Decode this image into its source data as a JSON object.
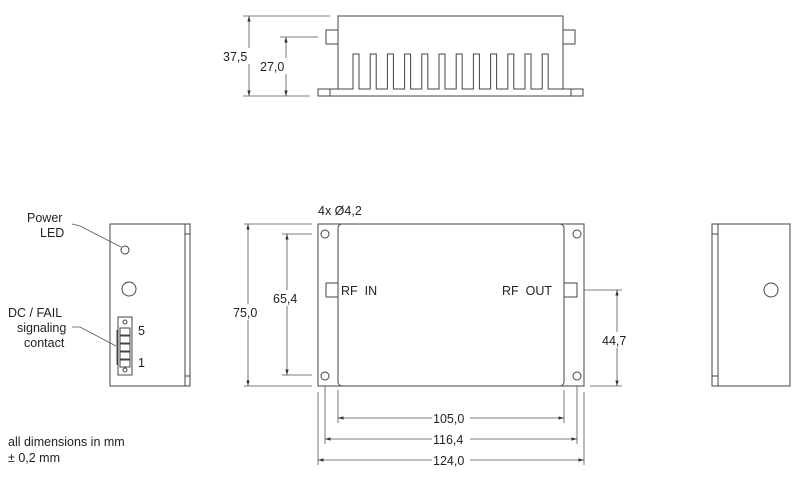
{
  "top_view": {
    "height_total": "37,5",
    "height_fins": "27,0"
  },
  "front_view": {
    "holes": "4x Ø4,2",
    "rf_in": "RF  IN",
    "rf_out": "RF  OUT",
    "height": "75,0",
    "hole_spacing_v": "65,4",
    "rf_out_height": "44,7",
    "width_body": "105,0",
    "hole_spacing_h": "116,4",
    "width_total": "124,0"
  },
  "side_view": {
    "power_led_line1": "Power",
    "power_led_line2": "LED",
    "contact_line1": "DC / FAIL",
    "contact_line2": "signaling",
    "contact_line3": "contact",
    "pin_top": "5",
    "pin_bottom": "1"
  },
  "notes": {
    "line1": "all dimensions in mm",
    "line2": "± 0,2 mm"
  }
}
